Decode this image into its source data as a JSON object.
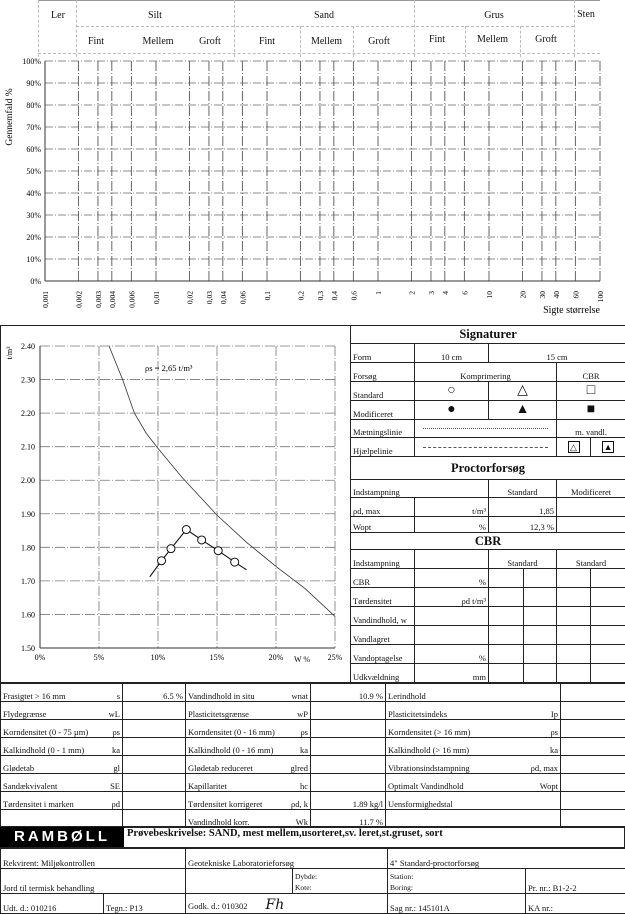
{
  "grading_header": {
    "ler": "Ler",
    "silt": "Silt",
    "sand": "Sand",
    "grus": "Grus",
    "sten": "Sten",
    "fint": "Fint",
    "mellem": "Mellem",
    "groft": "Groft"
  },
  "signaturer": {
    "title": "Signaturer",
    "form": "Form",
    "form_10": "10 cm",
    "form_15": "15 cm",
    "forsog": "Forsøg",
    "komprimering": "Komprimering",
    "cbr": "CBR",
    "standard": "Standard",
    "modificeret": "Modificeret",
    "maetningslinie": "Mætningslinie",
    "hjaelpelinie": "Hjælpelinie",
    "m_vandl": "m. vandl.",
    "sym_open_circle": "○",
    "sym_open_tri": "△",
    "sym_open_sq": "□",
    "sym_fill_circle": "●",
    "sym_fill_tri": "▲",
    "sym_fill_sq": "■",
    "sym_box_tri_open": "△",
    "sym_box_tri_fill": "▲"
  },
  "proctor": {
    "title": "Proctorforsøg",
    "indstampning": "Indstampning",
    "standard": "Standard",
    "modificeret": "Modificeret",
    "rho_label": "ρd, max",
    "rho_unit": "t/m³",
    "rho_value": "1,85",
    "w_label": "Wopt",
    "w_unit": "%",
    "w_value": "12,3 %"
  },
  "cbr": {
    "title": "CBR",
    "indstampning": "Indstampning",
    "standard1": "Standard",
    "standard2": "Standard",
    "rows": [
      {
        "label": "CBR",
        "unit": "%"
      },
      {
        "label": "Tørdensitet",
        "unit": "ρd  t/m³"
      },
      {
        "label": "Vandindhold, w",
        "unit": ""
      },
      {
        "label": "Vandlagret",
        "unit": ""
      },
      {
        "label": "Vandoptagelse",
        "unit": "%"
      },
      {
        "label": "Udkvældning",
        "unit": "mm"
      }
    ]
  },
  "params": {
    "rows": [
      [
        {
          "label": "Frasigtet > 16 mm",
          "unit": "s",
          "value": "6.5 %"
        },
        {
          "label": "Vandindhold in situ",
          "unit": "wnat",
          "value": "10.9 %"
        },
        {
          "label": "Lerindhold",
          "unit": "",
          "value": ""
        }
      ],
      [
        {
          "label": "Flydegrænse",
          "unit": "wL",
          "value": ""
        },
        {
          "label": "Plasticitetsgrænse",
          "unit": "wP",
          "value": ""
        },
        {
          "label": "Plasticitetsindeks",
          "unit": "Ip",
          "value": ""
        }
      ],
      [
        {
          "label": "Korndensitet (0 - 75 µm)",
          "unit": "ρs",
          "value": ""
        },
        {
          "label": "Korndensitet (0 - 16 mm)",
          "unit": "ρs",
          "value": ""
        },
        {
          "label": "Korndensitet (> 16 mm)",
          "unit": "ρs",
          "value": ""
        }
      ],
      [
        {
          "label": "Kalkindhold (0 - 1 mm)",
          "unit": "ka",
          "value": ""
        },
        {
          "label": "Kalkindhold (0 - 16 mm)",
          "unit": "ka",
          "value": ""
        },
        {
          "label": "Kalkindhold (> 16 mm)",
          "unit": "ka",
          "value": ""
        }
      ],
      [
        {
          "label": "Glødetab",
          "unit": "gl",
          "value": ""
        },
        {
          "label": "Glødetab reduceret",
          "unit": "glred",
          "value": ""
        },
        {
          "label": "Vibrationsindstampning",
          "unit": "ρd, max",
          "value": ""
        }
      ],
      [
        {
          "label": "Sandækvivalent",
          "unit": "SE",
          "value": ""
        },
        {
          "label": "Kapillaritet",
          "unit": "hc",
          "value": ""
        },
        {
          "label": "Optimalt Vandindhold",
          "unit": "Wopt",
          "value": ""
        }
      ],
      [
        {
          "label": "Tørdensitet i marken",
          "unit": "ρd",
          "value": ""
        },
        {
          "label": "Tørdensitet korrigeret",
          "unit": "ρd, k",
          "value": "1.89 kg/l"
        },
        {
          "label": "Uensformighedstal",
          "unit": "",
          "value": ""
        }
      ],
      [
        {
          "label": "",
          "unit": "",
          "value": ""
        },
        {
          "label": "Vandindhold korr.",
          "unit": "Wk",
          "value": "11.7 %"
        },
        {
          "label": "",
          "unit": "",
          "value": ""
        }
      ]
    ]
  },
  "footer": {
    "logo": "RAMBØLL",
    "description": "Prøvebeskrivelse: SAND, mest mellem,usorteret,sv. leret,st.gruset, sort",
    "rekvirent": "Rekvirent: Miljøkontrollen",
    "geotek": "Geotekniske Laboratorieforsøg",
    "test": "4\" Standard-proctorforsøg",
    "jord": "Jord til termisk behandling",
    "dybde": "Dybde:",
    "kote": "Kote:",
    "station": "Station:",
    "boring": "Boring:",
    "pr_nr": "Pr. nr.: B1-2-2",
    "udt": "Udt. d.: 010216",
    "tegn": "Tegn.: P13",
    "godk": "Godk. d.: 010302",
    "signature": "Fh",
    "sag": "Sag nr.: 145101A",
    "ka": "KA nr.:"
  },
  "chart_data": [
    {
      "type": "line",
      "title": "",
      "xlabel": "Sigte størrelse",
      "ylabel": "Gennemfald %",
      "xscale": "log",
      "xlim": [
        0.001,
        100
      ],
      "ylim": [
        0,
        100
      ],
      "grid": true,
      "xticks": [
        0.001,
        0.002,
        0.003,
        0.004,
        0.006,
        0.01,
        0.02,
        0.03,
        0.04,
        0.06,
        0.1,
        0.2,
        0.3,
        0.4,
        0.6,
        1,
        2,
        3,
        4,
        6,
        10,
        20,
        30,
        40,
        60,
        100
      ],
      "xtick_labels": [
        "0,001",
        "0,002",
        "0,003",
        "0,004",
        "0,006",
        "0,01",
        "0,02",
        "0,03",
        "0,04",
        "0,06",
        "0,1",
        "0,2",
        "0,3",
        "0,4",
        "0,6",
        "1",
        "2",
        "3",
        "4",
        "6",
        "10",
        "20",
        "30",
        "40",
        "60",
        "100"
      ],
      "yticks": [
        0,
        10,
        20,
        30,
        40,
        50,
        60,
        70,
        80,
        90,
        100
      ],
      "ytick_labels": [
        "0%",
        "10%",
        "20%",
        "30%",
        "40%",
        "50%",
        "60%",
        "70%",
        "80%",
        "90%",
        "100%"
      ],
      "series": []
    },
    {
      "type": "scatter",
      "title": "",
      "xlabel": "W %",
      "ylabel": "t/m³",
      "xlim": [
        0,
        25
      ],
      "ylim": [
        1.5,
        2.4
      ],
      "grid": true,
      "xticks": [
        0,
        5,
        10,
        15,
        20,
        25
      ],
      "xtick_labels": [
        "0%",
        "5%",
        "10%",
        "15%",
        "20%",
        "25%"
      ],
      "yticks": [
        1.5,
        1.6,
        1.7,
        1.8,
        1.9,
        2.0,
        2.1,
        2.2,
        2.3,
        2.4
      ],
      "ytick_labels": [
        "1.50",
        "1.60",
        "1.70",
        "1.80",
        "1.90",
        "2.00",
        "2.10",
        "2.20",
        "2.30",
        "2.40"
      ],
      "annotation": "ρs = 2,65 t/m³",
      "series": [
        {
          "name": "Standard proctor",
          "marker": "open-circle",
          "x": [
            10.3,
            11.1,
            12.4,
            13.7,
            15.1,
            16.5
          ],
          "y": [
            1.76,
            1.796,
            1.853,
            1.822,
            1.79,
            1.756
          ],
          "line_x": [
            9.3,
            10.3,
            11.1,
            12.4,
            13.7,
            15.1,
            16.5,
            17.5
          ],
          "line_y": [
            1.712,
            1.76,
            1.796,
            1.853,
            1.822,
            1.79,
            1.756,
            1.733
          ]
        },
        {
          "name": "Mætningslinie",
          "x": [
            5.85,
            7,
            8,
            9,
            10,
            12,
            15,
            17.5,
            20,
            22.5,
            25
          ],
          "y": [
            2.4,
            2.3,
            2.2,
            2.14,
            2.095,
            2.01,
            1.896,
            1.815,
            1.743,
            1.676,
            1.594
          ]
        }
      ]
    }
  ]
}
